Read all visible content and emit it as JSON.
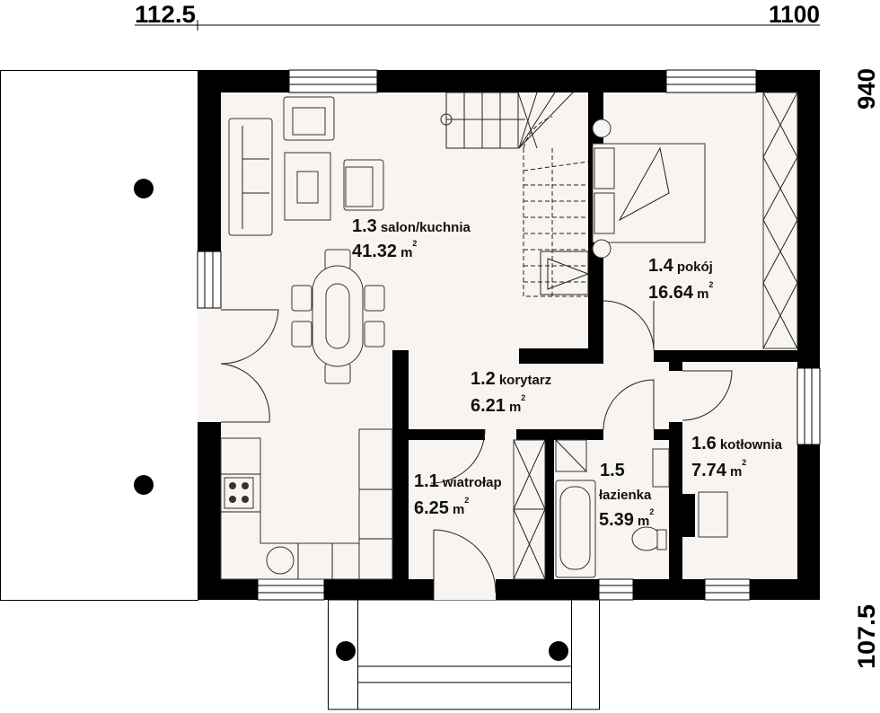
{
  "dimensions": {
    "top_left": "112.5",
    "top_right": "1100",
    "right_top": "940",
    "right_bottom": "107.5"
  },
  "rooms": [
    {
      "number": "1.1",
      "name": "wiatrołap",
      "area": "6.25",
      "unit": "m",
      "sup": "2"
    },
    {
      "number": "1.2",
      "name": "korytarz",
      "area": "6.21",
      "unit": "m",
      "sup": "2"
    },
    {
      "number": "1.3",
      "name": "salon/kuchnia",
      "area": "41.32",
      "unit": "m",
      "sup": "2"
    },
    {
      "number": "1.4",
      "name": "pokój",
      "area": "16.64",
      "unit": "m",
      "sup": "2"
    },
    {
      "number": "1.5",
      "name": "łazienka",
      "area": "5.39",
      "unit": "m",
      "sup": "2"
    },
    {
      "number": "1.6",
      "name": "kotłownia",
      "area": "7.74",
      "unit": "m",
      "sup": "2"
    }
  ],
  "colors": {
    "floor": "#f8f4f1",
    "wall": "#000000"
  }
}
